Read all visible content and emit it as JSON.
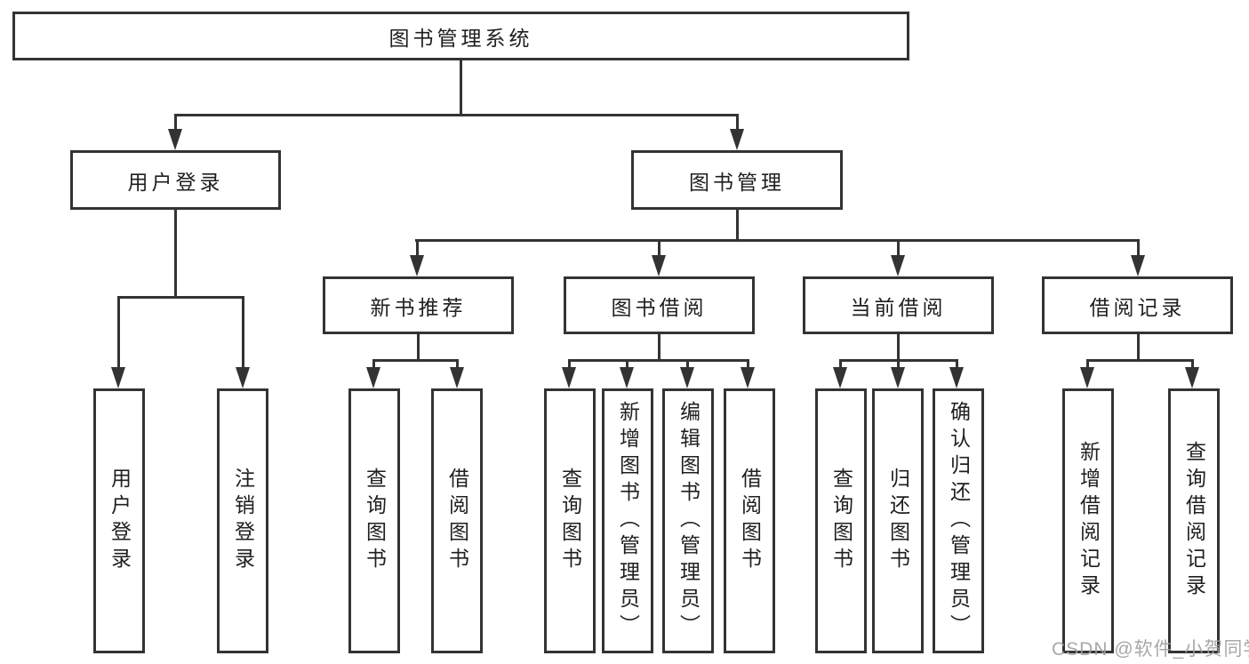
{
  "diagram": {
    "title": "图书管理系统",
    "root": {
      "label": "图书管理系统"
    },
    "level1": [
      {
        "label": "用户登录"
      },
      {
        "label": "图书管理"
      }
    ],
    "level2": [
      {
        "label": "新书推荐"
      },
      {
        "label": "图书借阅"
      },
      {
        "label": "当前借阅"
      },
      {
        "label": "借阅记录"
      }
    ],
    "leaves": {
      "user_login": [
        "用户登录",
        "注销登录"
      ],
      "new_books": [
        "查询图书",
        "借阅图书"
      ],
      "book_borrow": [
        "查询图书",
        "新增图书（管理员）",
        "编辑图书（管理员）",
        "借阅图书"
      ],
      "current_borrow": [
        "查询图书",
        "归还图书",
        "确认归还（管理员）"
      ],
      "borrow_records": [
        "新增借阅记录",
        "查询借阅记录"
      ]
    },
    "watermark": "CSDN @软件_小贺同学",
    "colors": {
      "line": "#333333",
      "text": "#1f1f1f",
      "background": "#ffffff",
      "watermark": "#9e9e9e"
    }
  }
}
